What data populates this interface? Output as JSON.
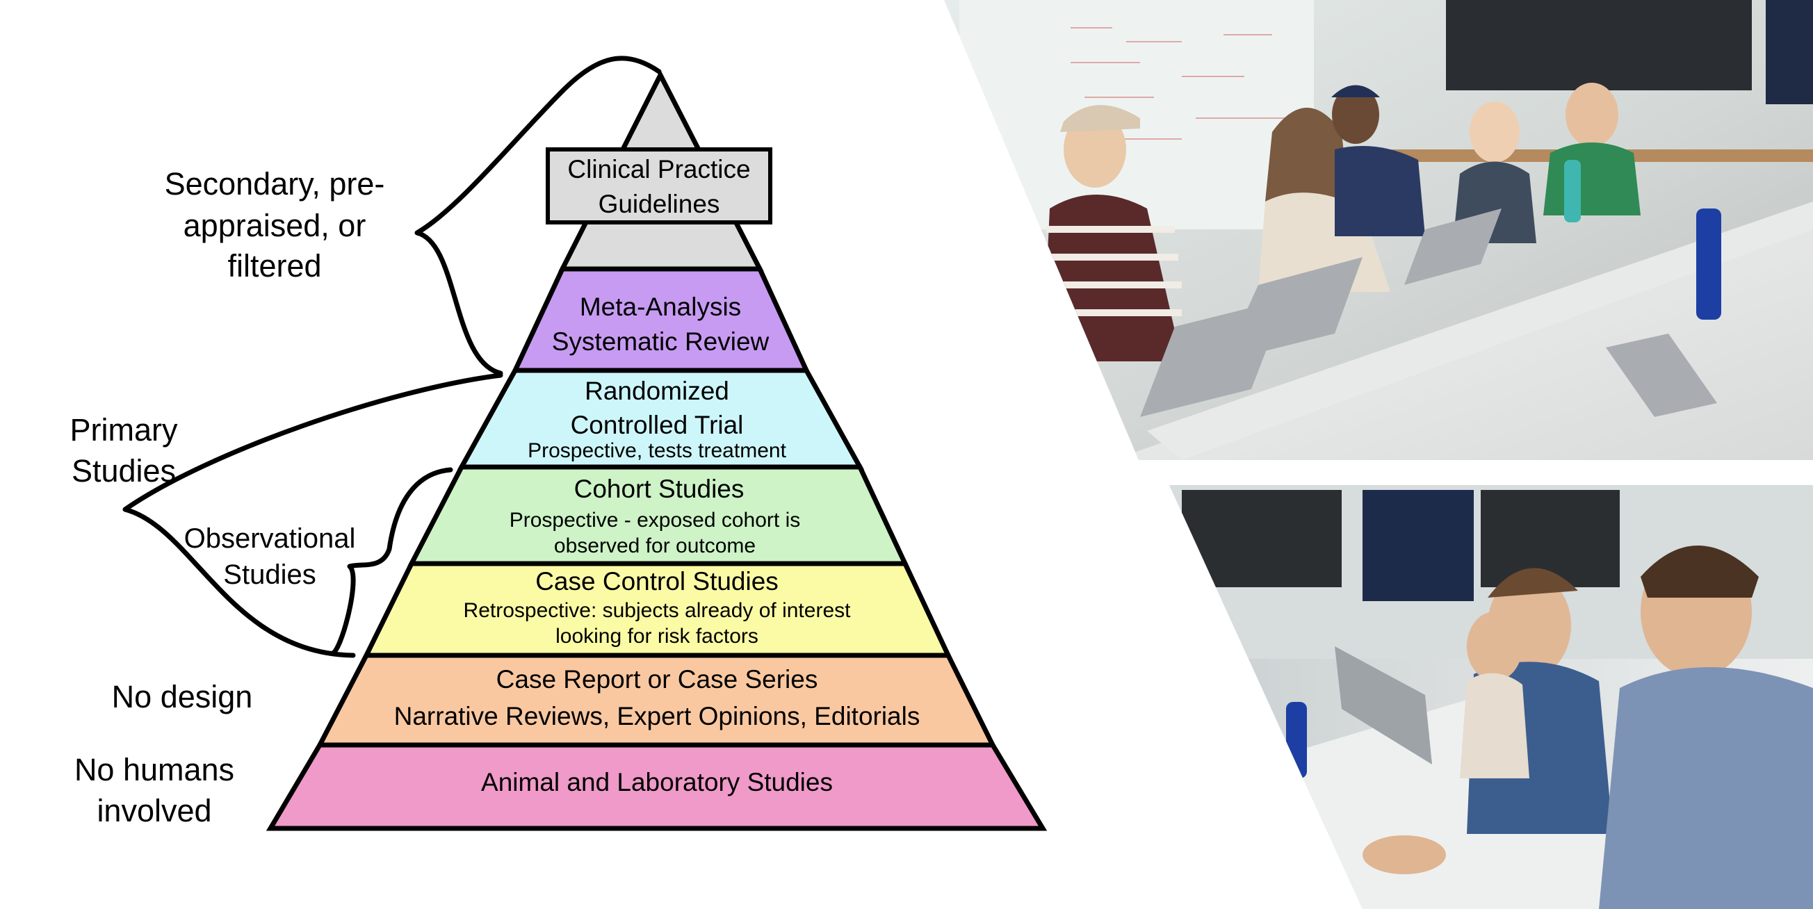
{
  "pyramid": {
    "apex": {
      "line1": "Clinical Practice",
      "line2": "Guidelines",
      "color": "#dcdcdc"
    },
    "tiers": [
      {
        "id": "meta",
        "line1": "Meta-Analysis",
        "line2": "Systematic Review",
        "color": "#c79bf2"
      },
      {
        "id": "rct",
        "line1": "Randomized",
        "line2": "Controlled Trial",
        "line3": "Prospective, tests treatment",
        "color": "#cdf6fa"
      },
      {
        "id": "cohort",
        "line1": "Cohort Studies",
        "line2": "Prospective - exposed cohort is",
        "line3": "observed for outcome",
        "color": "#cdf3c6"
      },
      {
        "id": "casecontrol",
        "line1": "Case Control Studies",
        "line2": "Retrospective: subjects already of interest",
        "line3": "looking for risk factors",
        "color": "#fbfba6"
      },
      {
        "id": "casereport",
        "line1": "Case Report or Case Series",
        "line2": "Narrative Reviews, Expert Opinions, Editorials",
        "color": "#f9c8a1"
      },
      {
        "id": "animal",
        "line1": "Animal and Laboratory Studies",
        "color": "#ef9ac9"
      }
    ]
  },
  "side_labels": {
    "secondary": {
      "line1": "Secondary, pre-",
      "line2": "appraised, or",
      "line3": "filtered"
    },
    "primary": {
      "line1": "Primary",
      "line2": "Studies"
    },
    "observational": {
      "line1": "Observational",
      "line2": "Studies"
    },
    "no_design": {
      "line1": "No design"
    },
    "no_humans": {
      "line1": "No humans",
      "line2": "involved"
    }
  },
  "photos": {
    "top": {
      "description_icon": "classroom-photo-top"
    },
    "bottom": {
      "description_icon": "classroom-photo-bottom"
    }
  }
}
